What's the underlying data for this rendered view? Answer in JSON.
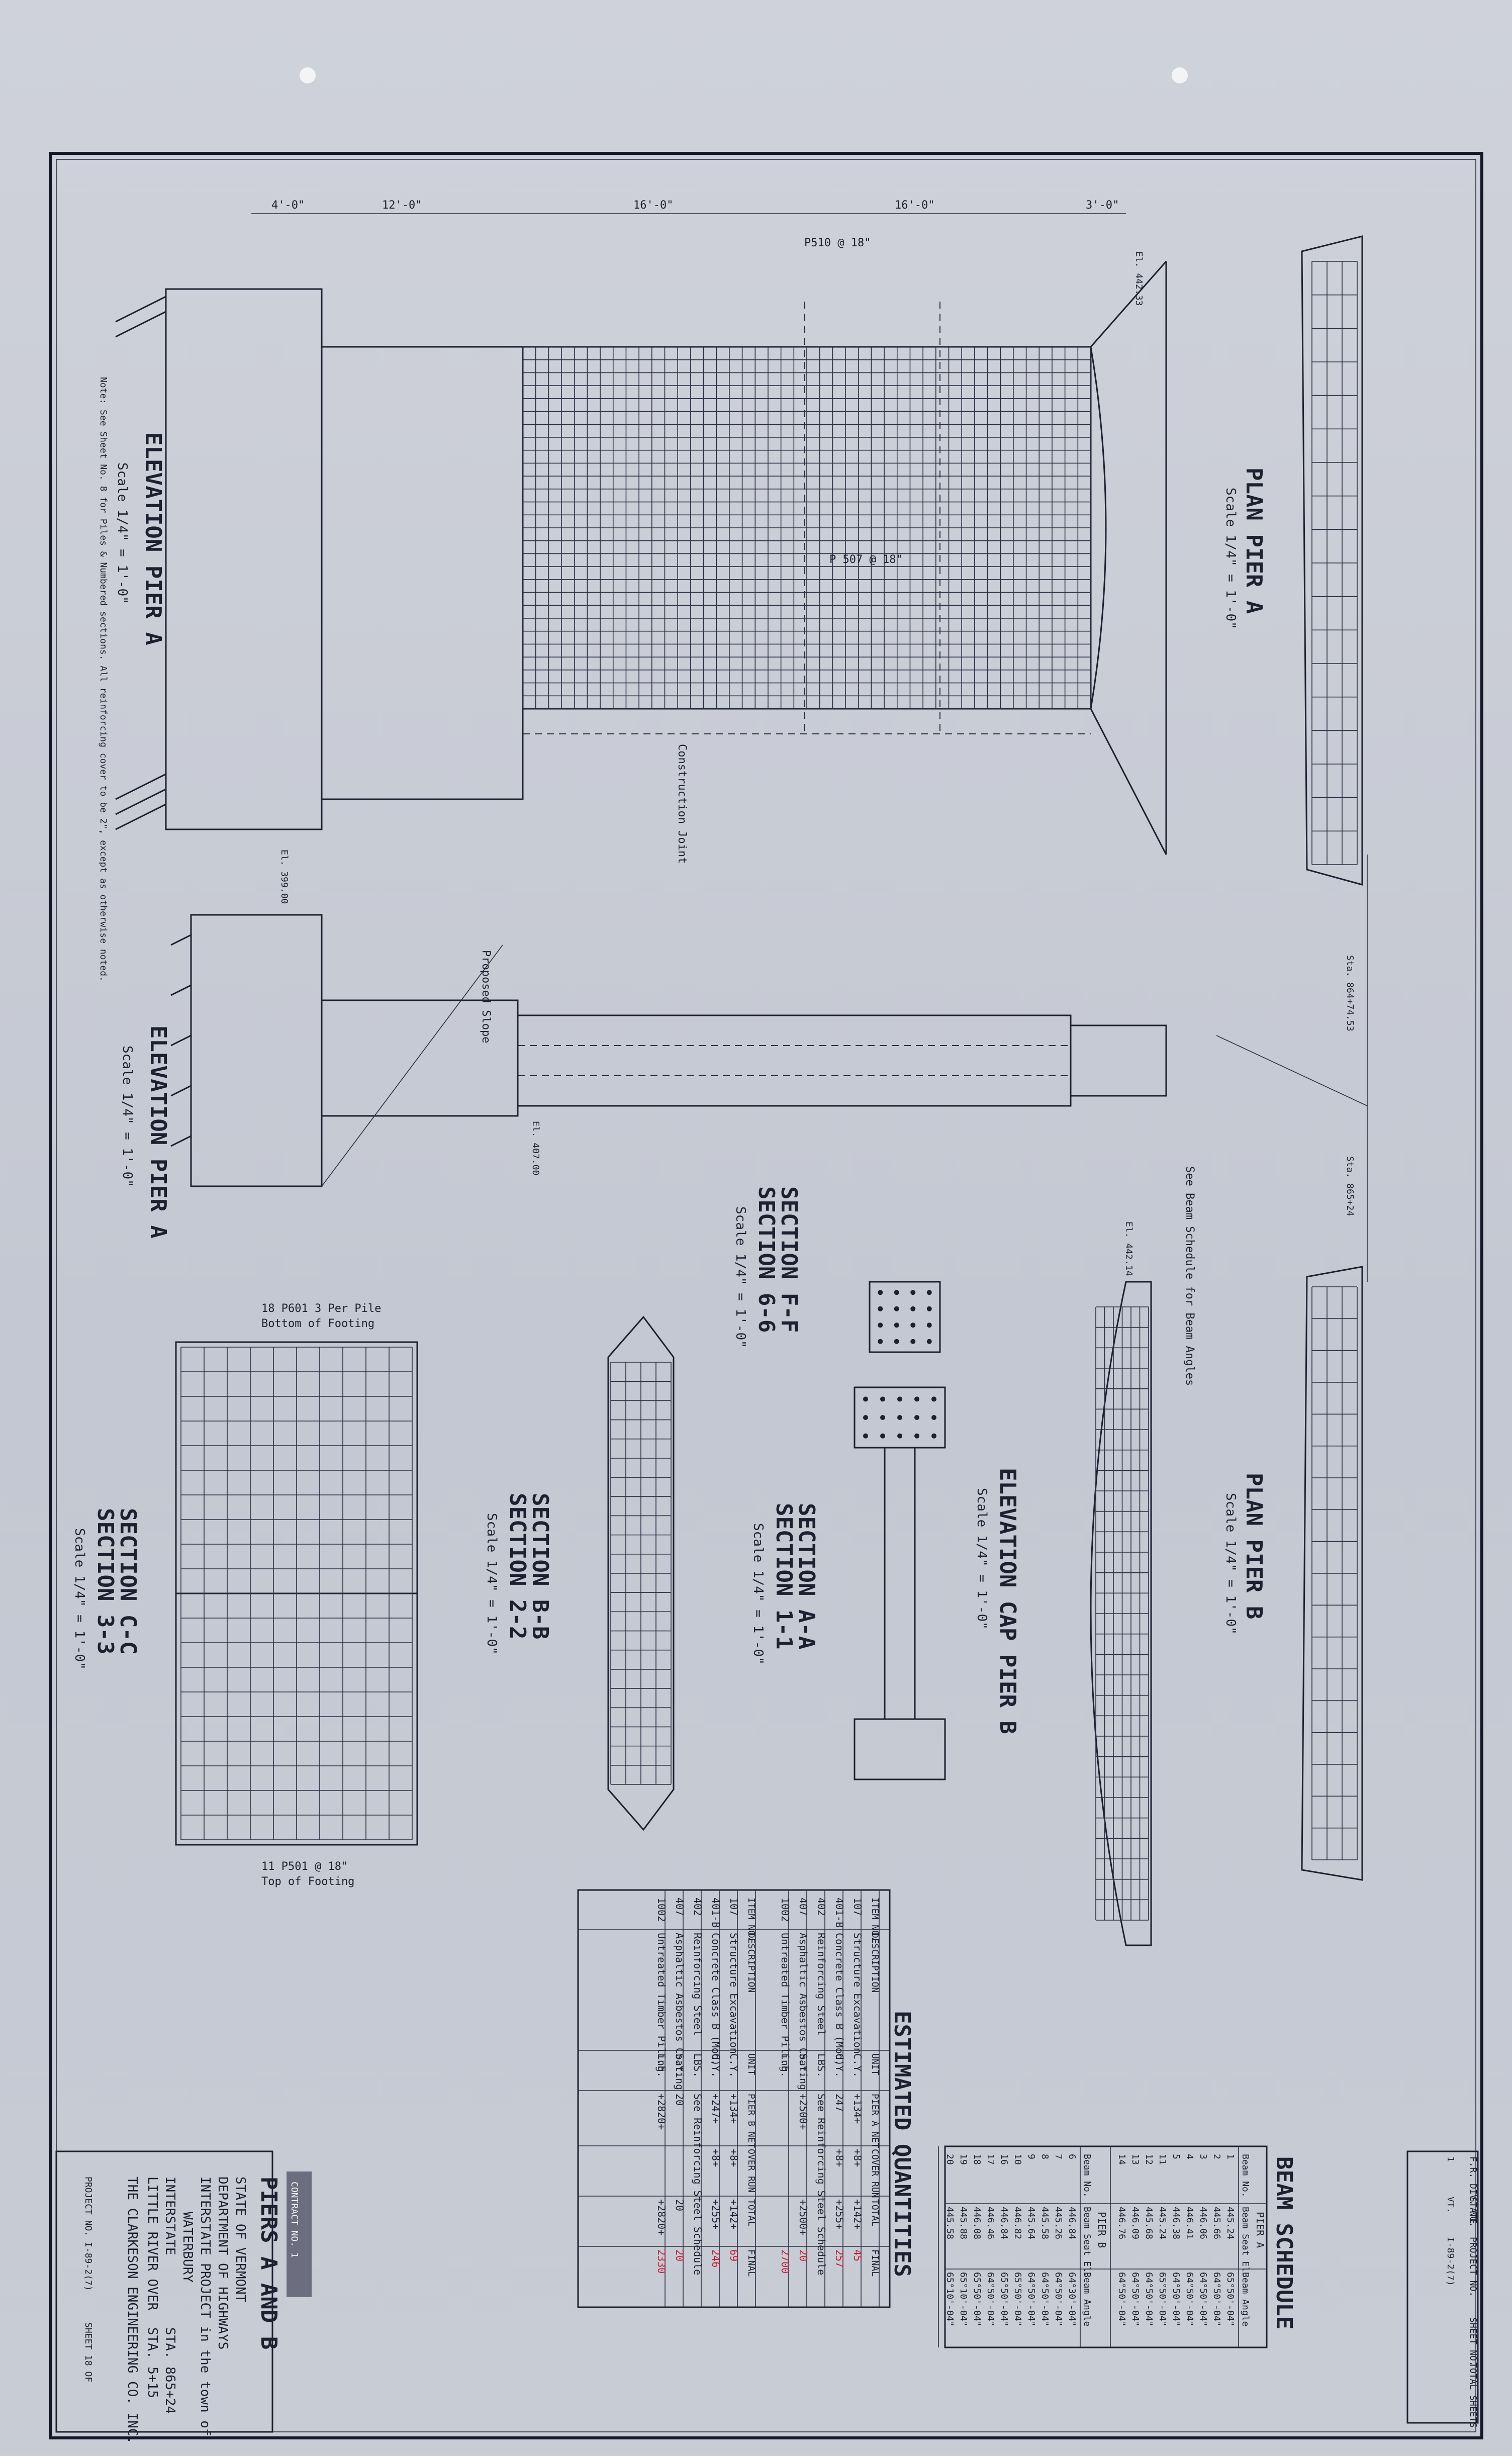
{
  "contract_label": "CONTRACT NO. 1",
  "title_block": {
    "title": "PIERS A AND B",
    "state": "STATE OF VERMONT",
    "department": "DEPARTMENT OF HIGHWAYS",
    "project_line": "INTERSTATE PROJECT in the town of",
    "town": "WATERBURY",
    "route": "INTERSTATE",
    "station_1": "STA. 865+24",
    "river_line": "LITTLE RIVER OVER",
    "station_2": "STA. 5+15",
    "engineer": "THE CLARKESON ENGINEERING CO. INC.",
    "project_no": "PROJECT NO. I-89-2(7)",
    "sheet": "SHEET 18 OF"
  },
  "revision_block": {
    "headers": [
      "F.R. DIV. NO.",
      "STATE",
      "PROJECT NO.",
      "SHEET NO.",
      "TOTAL SHEETS"
    ],
    "values": [
      "1",
      "VT.",
      "I-89-2(7)",
      "",
      ""
    ]
  },
  "views": {
    "elevation_a": {
      "title": "ELEVATION PIER A",
      "scale": "Scale 1/4\" = 1'-0\"",
      "note": "Note: See Sheet No. 8 for Piles & Numbered sections. All reinforcing cover to be 2\", except as otherwise noted."
    },
    "plan_a": {
      "title": "PLAN PIER A",
      "scale": "Scale 1/4\" = 1'-0\""
    },
    "elevation_a2": {
      "title": "ELEVATION PIER A",
      "scale": "Scale 1/4\" = 1'-0\""
    },
    "plan_b": {
      "title": "PLAN PIER B",
      "scale": "Scale 1/4\" = 1'-0\""
    },
    "elevation_cap_b": {
      "title": "ELEVATION CAP PIER B",
      "scale": "Scale 1/4\" = 1'-0\""
    },
    "section_ff": {
      "title": "SECTION F-F",
      "title2": "SECTION 6-6",
      "scale": "Scale 1/4\" = 1'-0\""
    },
    "section_aa": {
      "title": "SECTION A-A",
      "title2": "SECTION 1-1",
      "scale": "Scale 1/4\" = 1'-0\""
    },
    "section_bb": {
      "title": "SECTION B-B",
      "title2": "SECTION 2-2",
      "scale": "Scale 1/4\" = 1'-0\""
    },
    "section_cc": {
      "title": "SECTION C-C",
      "title2": "SECTION 3-3",
      "scale": "Scale 1/4\" = 1'-0\""
    }
  },
  "labels": {
    "el_399": "El. 399.00",
    "el_407": "El. 407.00",
    "el_44233": "El. 442.33",
    "el_44214": "El. 442.14",
    "sta_pier": "Sta. 864+74.53",
    "sta_b": "Sta. 865+24",
    "construction_joint": "Construction Joint",
    "proposed_slope": "Proposed Slope",
    "see_beam_schedule": "See Beam Schedule for Beam Angles",
    "bottom_of_footing": "Bottom of Footing",
    "top_of_footing": "Top of Footing",
    "p510": "P510 @ 18\"",
    "p507": "P 507 @ 18\"",
    "p501": "11 P501 @ 18\"",
    "p601": "18 P601  3 Per Pile"
  },
  "estimated_quantities": {
    "title": "ESTIMATED QUANTITIES",
    "pier_a": {
      "headers": [
        "ITEM NO.",
        "DESCRIPTION",
        "UNIT",
        "PIER A NET",
        "COVER RUN",
        "TOTAL",
        "FINAL"
      ],
      "rows": [
        [
          "107",
          "Structure Excavation",
          "C.Y.",
          "+134+",
          "+8+",
          "+142+",
          "45"
        ],
        [
          "401-B",
          "Concrete Class B (Mod)",
          "C.Y.",
          "247",
          "+8+",
          "+255+",
          "257"
        ],
        [
          "402",
          "Reinforcing Steel",
          "LBS.",
          "See Reinforcing Steel Schedule",
          "",
          "",
          ""
        ],
        [
          "407",
          "Asphaltic Asbestos Coating",
          "S.Y.",
          "+2500+",
          "",
          "+2500+",
          "20"
        ],
        [
          "1002",
          "Untreated Timber Piling",
          "L.F.",
          "",
          "",
          "",
          "2700"
        ]
      ]
    },
    "pier_b": {
      "headers": [
        "ITEM NO.",
        "DESCRIPTION",
        "UNIT",
        "PIER B NET",
        "OVER RUN",
        "TOTAL",
        "FINAL"
      ],
      "rows": [
        [
          "107",
          "Structure Excavation",
          "C.Y.",
          "+134+",
          "+8+",
          "+142+",
          "69"
        ],
        [
          "401-B",
          "Concrete Class B (Mod)",
          "C.Y.",
          "+247+",
          "+8+",
          "+255+",
          "246"
        ],
        [
          "402",
          "Reinforcing Steel",
          "LBS.",
          "See Reinforcing Steel Schedule",
          "",
          "",
          ""
        ],
        [
          "407",
          "Asphaltic Asbestos Coating",
          "S.Y.",
          "20",
          "",
          "20",
          "20"
        ],
        [
          "1002",
          "Untreated Timber Piling",
          "L.F.",
          "+2820+",
          "",
          "+2820+",
          "2330"
        ]
      ]
    }
  },
  "beam_schedule": {
    "title": "BEAM SCHEDULE",
    "pier_a": {
      "label": "PIER A",
      "headers": [
        "Beam No.",
        "Beam Seat El.",
        "Beam Angle"
      ],
      "rows": [
        [
          "1",
          "445.24",
          "65°50'-04\""
        ],
        [
          "2",
          "445.66",
          "64°50'-04\""
        ],
        [
          "3",
          "446.06",
          "64°50'-04\""
        ],
        [
          "4",
          "446.41",
          "64°50'-04\""
        ],
        [
          "5",
          "446.38",
          "64°50'-04\""
        ],
        [
          "11",
          "445.24",
          "65°50'-04\""
        ],
        [
          "12",
          "445.68",
          "64°50'-04\""
        ],
        [
          "13",
          "446.09",
          "64°50'-04\""
        ],
        [
          "14",
          "446.76",
          "64°50'-04\""
        ]
      ]
    },
    "pier_b": {
      "label": "PIER B",
      "headers": [
        "Beam No.",
        "Beam Seat El.",
        "Beam Angle"
      ],
      "rows": [
        [
          "6",
          "446.84",
          "64°30'-04\""
        ],
        [
          "7",
          "445.26",
          "64°50'-04\""
        ],
        [
          "8",
          "445.58",
          "64°50'-04\""
        ],
        [
          "9",
          "445.64",
          "64°50'-04\""
        ],
        [
          "10",
          "446.82",
          "65°50'-04\""
        ],
        [
          "16",
          "446.84",
          "65°50'-04\""
        ],
        [
          "17",
          "446.46",
          "64°50'-04\""
        ],
        [
          "18",
          "446.08",
          "65°50'-04\""
        ],
        [
          "19",
          "445.88",
          "65°10'-04\""
        ],
        [
          "20",
          "445.58",
          "65°10'-04\""
        ]
      ]
    }
  }
}
